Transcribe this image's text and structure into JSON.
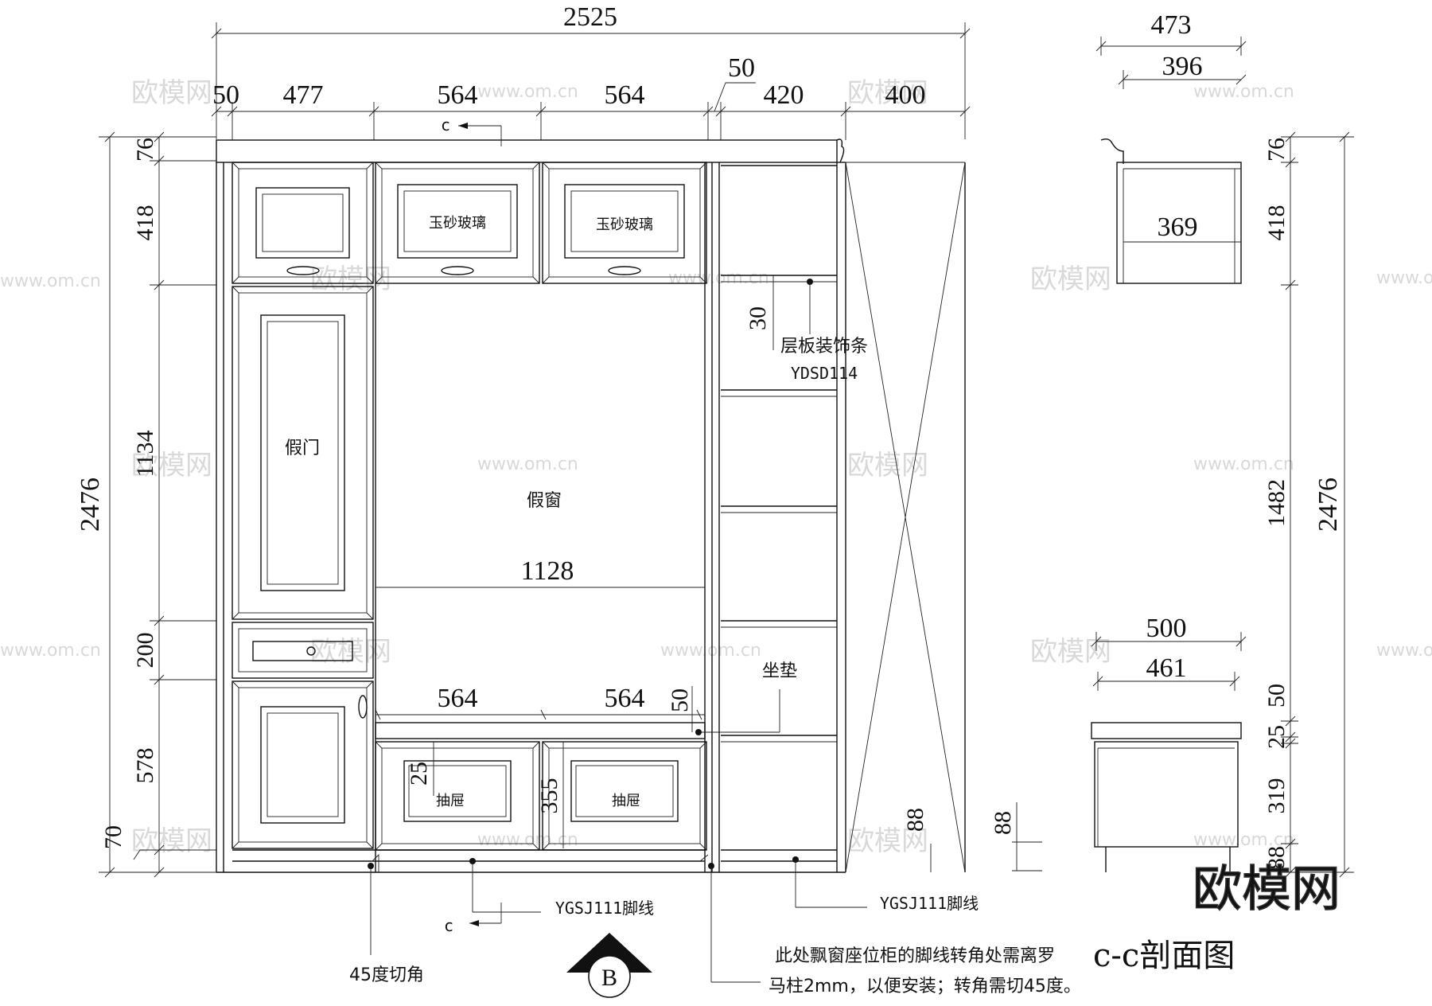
{
  "dimensions": {
    "overall_width": "2525",
    "top_segments": [
      "50",
      "477",
      "564",
      "564",
      "50",
      "420",
      "400"
    ],
    "left_heights": [
      "76",
      "418",
      "1134",
      "200",
      "578",
      "70"
    ],
    "overall_height": "2476",
    "inner_30": "30",
    "window_width": "1128",
    "bench_widths": [
      "564",
      "564"
    ],
    "bench_gap": "50",
    "drawer_25": "25",
    "drawer_355": "355",
    "shelf_88": "88",
    "ext_88": "88",
    "section_top_width": "473",
    "section_top_inner": "396",
    "section_top_depth": "369",
    "section_right_heights": [
      "76",
      "418",
      "1482",
      "50",
      "25",
      "319",
      "88"
    ],
    "section_overall": "2476",
    "section_bottom_width": "500",
    "section_bottom_inner": "461"
  },
  "labels": {
    "glass_1": "玉砂玻璃",
    "glass_2": "玉砂玻璃",
    "fake_door": "假门",
    "fake_window": "假窗",
    "shelf_trim_title": "层板装饰条",
    "shelf_trim_code": "YDSD114",
    "cushion": "坐垫",
    "drawer_1": "抽屉",
    "drawer_2": "抽屉",
    "section_mark": "c",
    "skirting_1": "YGSJ111脚线",
    "skirting_2": "YGSJ111脚线",
    "corner_cut": "45度切角",
    "view_mark": "B",
    "note_line1": "此处飘窗座位柜的脚线转角处需离罗",
    "note_line2": "马柱2mm，以便安装；转角需切45度。",
    "section_title": "c-c剖面图"
  },
  "watermark": {
    "brand": "欧模网",
    "url": "www.om.cn",
    "big_logo": "欧模网"
  }
}
